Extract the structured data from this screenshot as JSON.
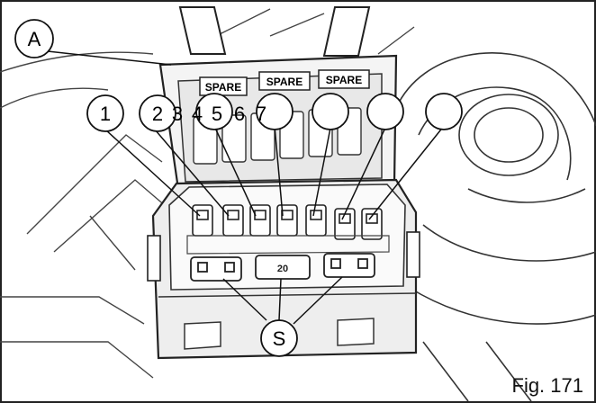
{
  "figure": {
    "caption": "Fig. 171"
  },
  "callouts": {
    "A": "A",
    "S": "S",
    "numbers": [
      "1",
      "2",
      "3",
      "4",
      "5",
      "6",
      "7"
    ]
  },
  "spare_labels": [
    "SPARE",
    "SPARE",
    "SPARE"
  ],
  "fuse_ratings": [
    "20"
  ]
}
